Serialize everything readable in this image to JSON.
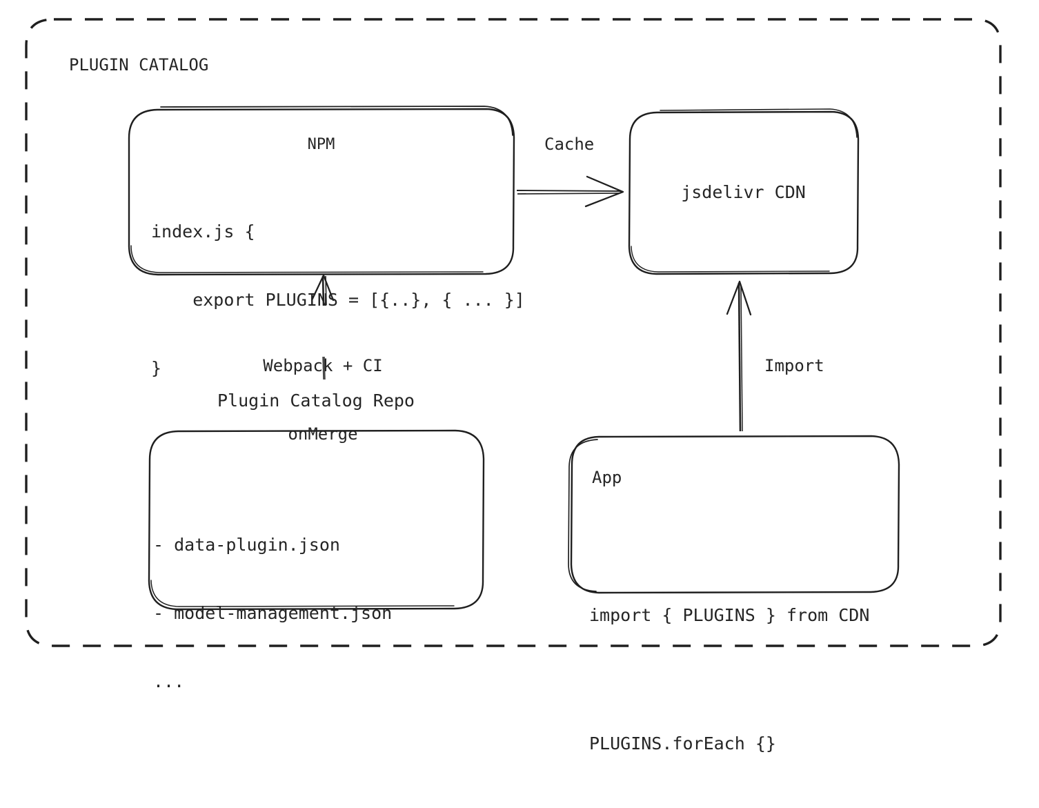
{
  "diagram": {
    "title": "PLUGIN CATALOG",
    "background_color": "#ffffff",
    "stroke_color": "#1f1f1f",
    "text_color": "#252525",
    "nodes": {
      "npm": {
        "title": "NPM",
        "code_lines": [
          "index.js {",
          "    export PLUGINS = [{..}, { ... }]",
          "}"
        ]
      },
      "cdn": {
        "title": "jsdelivr CDN"
      },
      "repo": {
        "caption": "Plugin Catalog Repo",
        "code_lines": [
          "- data-plugin.json",
          "- model-management.json",
          "..."
        ]
      },
      "app": {
        "title": "App",
        "code_lines": [
          "import { PLUGINS } from CDN",
          "PLUGINS.forEach {}"
        ]
      }
    },
    "edges": {
      "npm_to_cdn": {
        "label": "Cache",
        "direction": "right"
      },
      "repo_to_npm": {
        "label_line1": "Webpack + CI",
        "label_line2": "onMerge",
        "direction": "up"
      },
      "app_to_cdn": {
        "label": "Import",
        "direction": "up"
      }
    }
  }
}
